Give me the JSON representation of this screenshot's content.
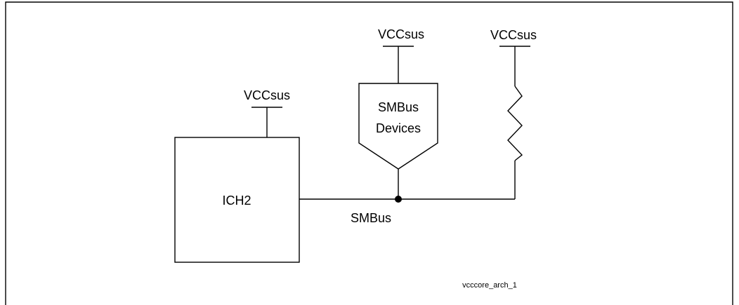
{
  "diagram": {
    "ich2_label": "ICH2",
    "ich2_supply": "VCCsus",
    "device_label_line1": "SMBus",
    "device_label_line2": "Devices",
    "device_supply": "VCCsus",
    "pullup_supply": "VCCsus",
    "bus_label": "SMBus",
    "figure_id": "vcccore_arch_1"
  }
}
